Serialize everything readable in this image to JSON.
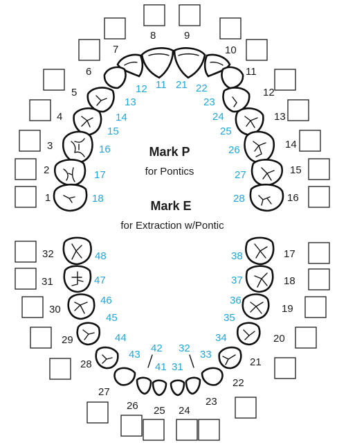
{
  "legend": {
    "mark_p_title": "Mark P",
    "mark_p_sub": "for Pontics",
    "mark_e_title": "Mark E",
    "mark_e_sub": "for Extraction w/Pontic"
  },
  "colors": {
    "universal": "#1a1a1a",
    "fdi": "#1ea7dc"
  },
  "teeth": [
    {
      "u": "1",
      "f": "18"
    },
    {
      "u": "2",
      "f": "17"
    },
    {
      "u": "3",
      "f": "16"
    },
    {
      "u": "4",
      "f": "15"
    },
    {
      "u": "5",
      "f": "14"
    },
    {
      "u": "6",
      "f": "13"
    },
    {
      "u": "7",
      "f": "12"
    },
    {
      "u": "8",
      "f": "11"
    },
    {
      "u": "9",
      "f": "21"
    },
    {
      "u": "10",
      "f": "22"
    },
    {
      "u": "11",
      "f": "23"
    },
    {
      "u": "12",
      "f": "24"
    },
    {
      "u": "13",
      "f": "25"
    },
    {
      "u": "14",
      "f": "26"
    },
    {
      "u": "15",
      "f": "27"
    },
    {
      "u": "16",
      "f": "28"
    },
    {
      "u": "17",
      "f": "38"
    },
    {
      "u": "18",
      "f": "37"
    },
    {
      "u": "19",
      "f": "36"
    },
    {
      "u": "20",
      "f": "35"
    },
    {
      "u": "21",
      "f": "34"
    },
    {
      "u": "22",
      "f": "33"
    },
    {
      "u": "23",
      "f": "32"
    },
    {
      "u": "24",
      "f": "31"
    },
    {
      "u": "25",
      "f": "41"
    },
    {
      "u": "26",
      "f": "42"
    },
    {
      "u": "27",
      "f": "43"
    },
    {
      "u": "28",
      "f": "44"
    },
    {
      "u": "29",
      "f": "45"
    },
    {
      "u": "30",
      "f": "46"
    },
    {
      "u": "31",
      "f": "47"
    },
    {
      "u": "32",
      "f": "48"
    }
  ]
}
